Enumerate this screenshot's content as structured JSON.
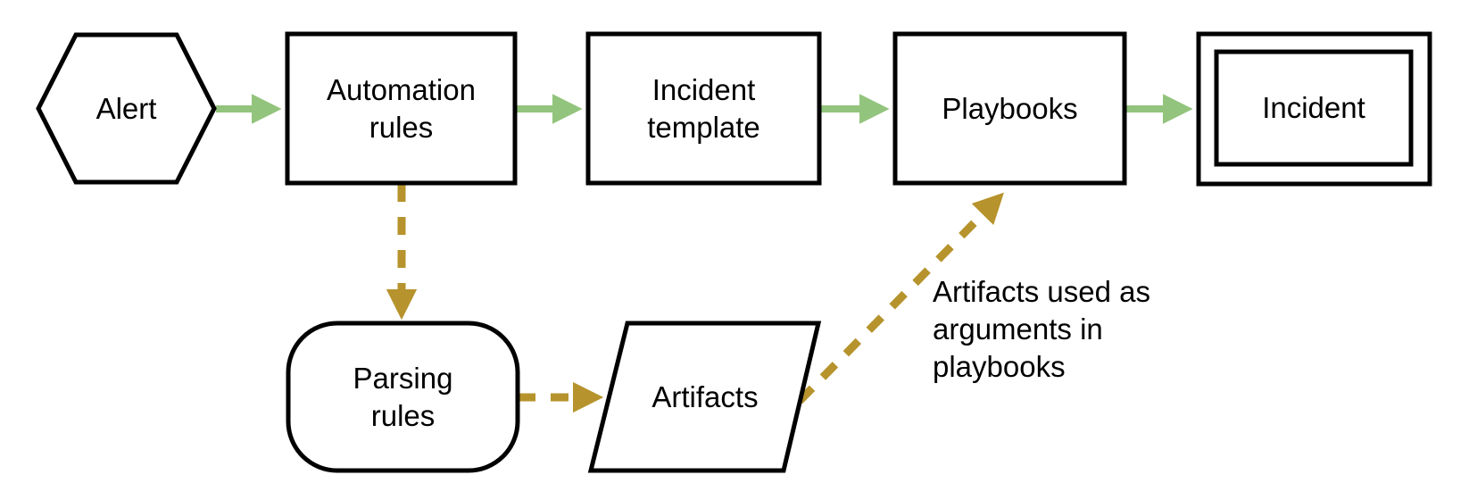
{
  "diagram": {
    "background": "#ffffff",
    "colors": {
      "node_border": "#000000",
      "node_fill": "#ffffff",
      "label_text": "#000000",
      "flow_arrow_green": "#93c47d",
      "dashed_arrow_gold": "#b6932c"
    },
    "nodes": {
      "alert": {
        "label": "Alert",
        "shape": "hexagon"
      },
      "automation_rules": {
        "label": "Automation rules",
        "shape": "rectangle"
      },
      "incident_template": {
        "label": "Incident template",
        "shape": "rectangle"
      },
      "playbooks": {
        "label": "Playbooks",
        "shape": "rectangle"
      },
      "incident": {
        "label": "Incident",
        "shape": "double-border-rectangle"
      },
      "parsing_rules": {
        "label": "Parsing rules",
        "shape": "rounded-rectangle"
      },
      "artifacts": {
        "label": "Artifacts",
        "shape": "parallelogram"
      }
    },
    "edges": [
      {
        "from": "Alert",
        "to": "Automation rules",
        "style": "solid-green-arrow"
      },
      {
        "from": "Automation rules",
        "to": "Incident template",
        "style": "solid-green-arrow"
      },
      {
        "from": "Incident template",
        "to": "Playbooks",
        "style": "solid-green-arrow"
      },
      {
        "from": "Playbooks",
        "to": "Incident",
        "style": "solid-green-arrow"
      },
      {
        "from": "Automation rules",
        "to": "Parsing rules",
        "style": "dashed-gold-arrow"
      },
      {
        "from": "Parsing rules",
        "to": "Artifacts",
        "style": "dashed-gold-arrow"
      },
      {
        "from": "Artifacts",
        "to": "Playbooks",
        "style": "dashed-gold-arrow"
      }
    ],
    "annotation": {
      "text": "Artifacts used as\narguments in\nplaybooks"
    }
  }
}
